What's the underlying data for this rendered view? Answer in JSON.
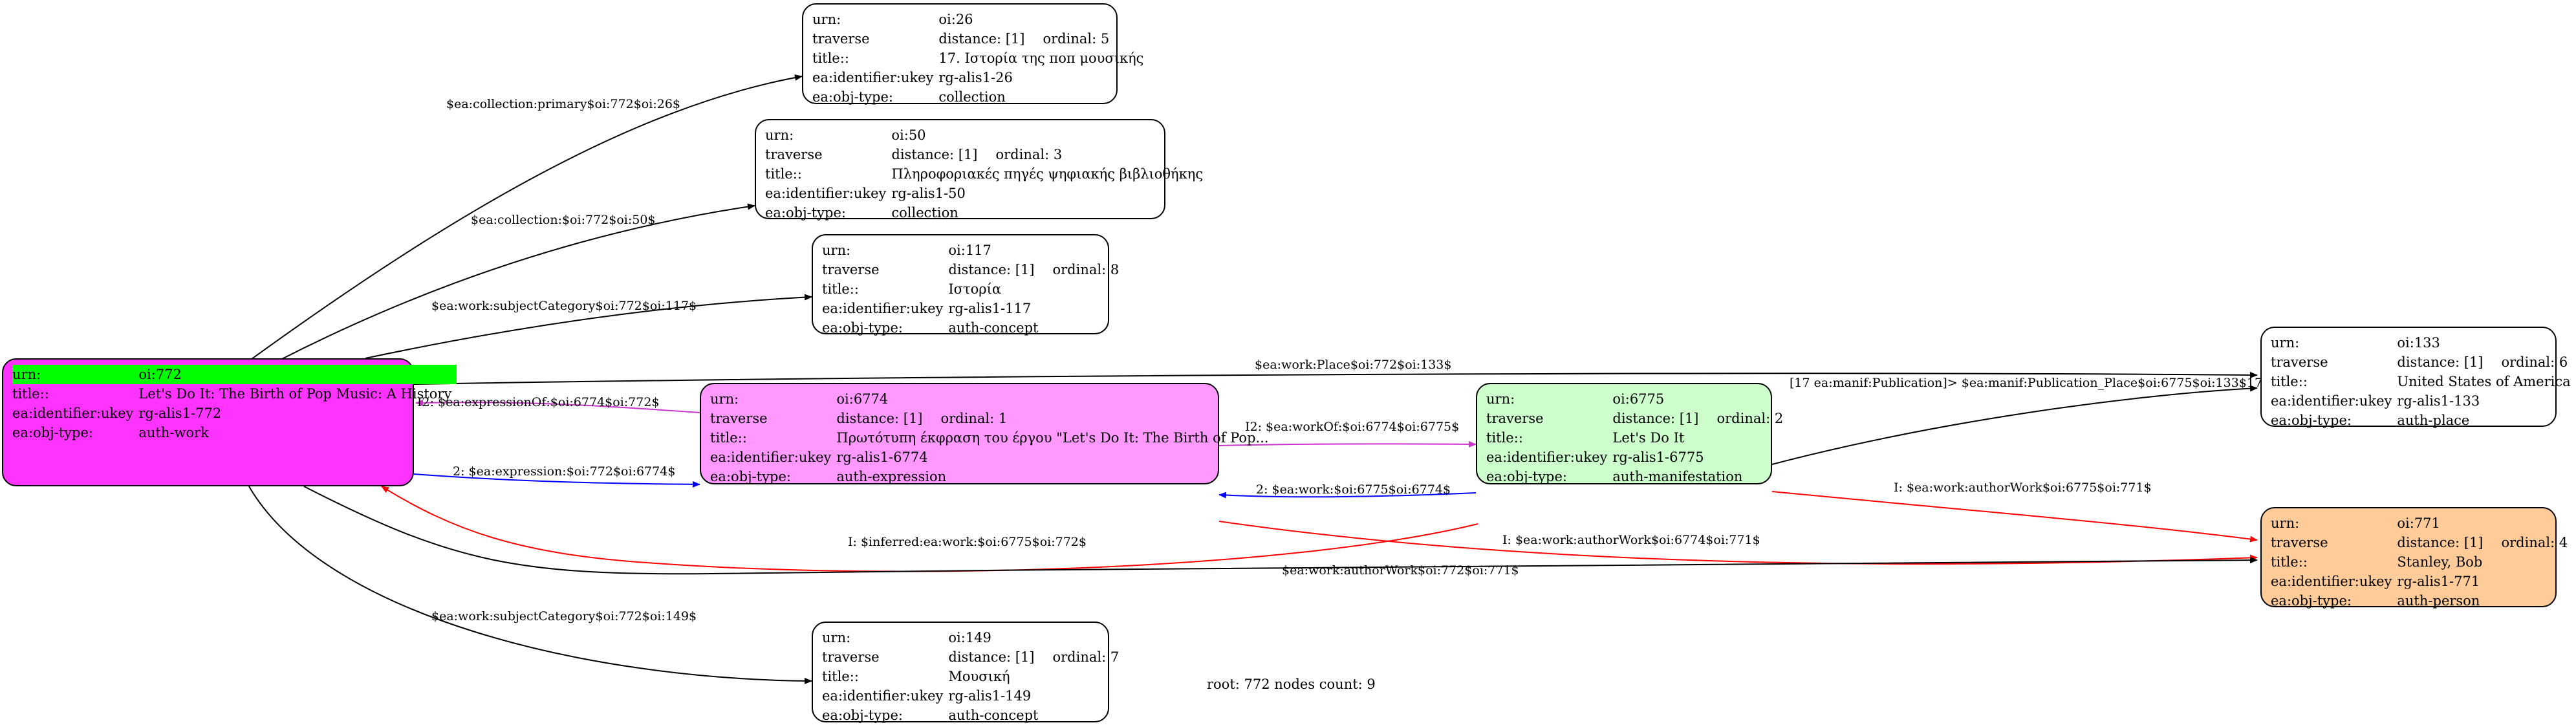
{
  "labels": {
    "urn": "urn:",
    "traverse": "traverse",
    "title": "title::",
    "ukey": "ea:identifier:ukey",
    "objtype": "ea:obj-type:"
  },
  "nodes": {
    "root": {
      "urn": "oi:772",
      "title": "Let's Do It: The Birth of Pop Music: A History",
      "ukey": "rg-alis1-772",
      "objtype": "auth-work",
      "fill": "#ff33ff"
    },
    "n26": {
      "urn": "oi:26",
      "distance": "distance: [1]",
      "ordinal": "ordinal: 5",
      "title": "17. Ιστορία της ποπ μουσικής",
      "ukey": "rg-alis1-26",
      "objtype": "collection"
    },
    "n50": {
      "urn": "oi:50",
      "distance": "distance: [1]",
      "ordinal": "ordinal: 3",
      "title": "Πληροφοριακές πηγές ψηφιακής βιβλιοθήκης",
      "ukey": "rg-alis1-50",
      "objtype": "collection"
    },
    "n117": {
      "urn": "oi:117",
      "distance": "distance: [1]",
      "ordinal": "ordinal: 8",
      "title": "Ιστορία",
      "ukey": "rg-alis1-117",
      "objtype": "auth-concept"
    },
    "n6774": {
      "urn": "oi:6774",
      "distance": "distance: [1]",
      "ordinal": "ordinal: 1",
      "title": "Πρωτότυπη έκφραση του έργου \"Let's Do It: The Birth of Pop...",
      "ukey": "rg-alis1-6774",
      "objtype": "auth-expression",
      "fill": "#ff99ff"
    },
    "n6775": {
      "urn": "oi:6775",
      "distance": "distance: [1]",
      "ordinal": "ordinal: 2",
      "title": "Let's Do It",
      "ukey": "rg-alis1-6775",
      "objtype": "auth-manifestation",
      "fill": "#ccffcc"
    },
    "n133": {
      "urn": "oi:133",
      "distance": "distance: [1]",
      "ordinal": "ordinal: 6",
      "title": "United States of America",
      "ukey": "rg-alis1-133",
      "objtype": "auth-place"
    },
    "n771": {
      "urn": "oi:771",
      "distance": "distance: [1]",
      "ordinal": "ordinal: 4",
      "title": "Stanley, Bob",
      "ukey": "rg-alis1-771",
      "objtype": "auth-person",
      "fill": "#ffcc99"
    },
    "n149": {
      "urn": "oi:149",
      "distance": "distance: [1]",
      "ordinal": "ordinal: 7",
      "title": "Μουσική",
      "ukey": "rg-alis1-149",
      "objtype": "auth-concept"
    }
  },
  "edges": [
    {
      "from": "root",
      "to": "n26",
      "label": "$ea:collection:primary$oi:772$oi:26$",
      "color": "#000000"
    },
    {
      "from": "root",
      "to": "n50",
      "label": "$ea:collection:$oi:772$oi:50$",
      "color": "#000000"
    },
    {
      "from": "root",
      "to": "n117",
      "label": "$ea:work:subjectCategory$oi:772$oi:117$",
      "color": "#000000"
    },
    {
      "from": "root",
      "to": "n133",
      "label": "$ea:work:Place$oi:772$oi:133$",
      "color": "#000000"
    },
    {
      "from": "n6774",
      "to": "root",
      "label": "I2: $ea:expressionOf:$oi:6774$oi:772$",
      "color": "#cc33cc"
    },
    {
      "from": "root",
      "to": "n6774",
      "label": "2: $ea:expression:$oi:772$oi:6774$",
      "color": "#0000ff"
    },
    {
      "from": "n6774",
      "to": "n6775",
      "label": "I2: $ea:workOf:$oi:6774$oi:6775$",
      "color": "#cc33cc"
    },
    {
      "from": "n6775",
      "to": "n6774",
      "label": "2: $ea:work:$oi:6775$oi:6774$",
      "color": "#0000ff"
    },
    {
      "from": "n6775",
      "to": "root",
      "label": "I: $inferred:ea:work:$oi:6775$oi:772$",
      "color": "#ff0000"
    },
    {
      "from": "n6775",
      "to": "n133",
      "label": "[17 ea:manif:Publication]> $ea:manif:Publication_Place$oi:6775$oi:133$17",
      "color": "#000000"
    },
    {
      "from": "n6775",
      "to": "n771",
      "label": "I: $ea:work:authorWork$oi:6775$oi:771$",
      "color": "#ff0000"
    },
    {
      "from": "n6774",
      "to": "n771",
      "label": "I: $ea:work:authorWork$oi:6774$oi:771$",
      "color": "#ff0000"
    },
    {
      "from": "root",
      "to": "n771",
      "label": "$ea:work:authorWork$oi:772$oi:771$",
      "color": "#000000"
    },
    {
      "from": "root",
      "to": "n149",
      "label": "$ea:work:subjectCategory$oi:772$oi:149$",
      "color": "#000000"
    }
  ],
  "footer": "root: 772 nodes count: 9"
}
